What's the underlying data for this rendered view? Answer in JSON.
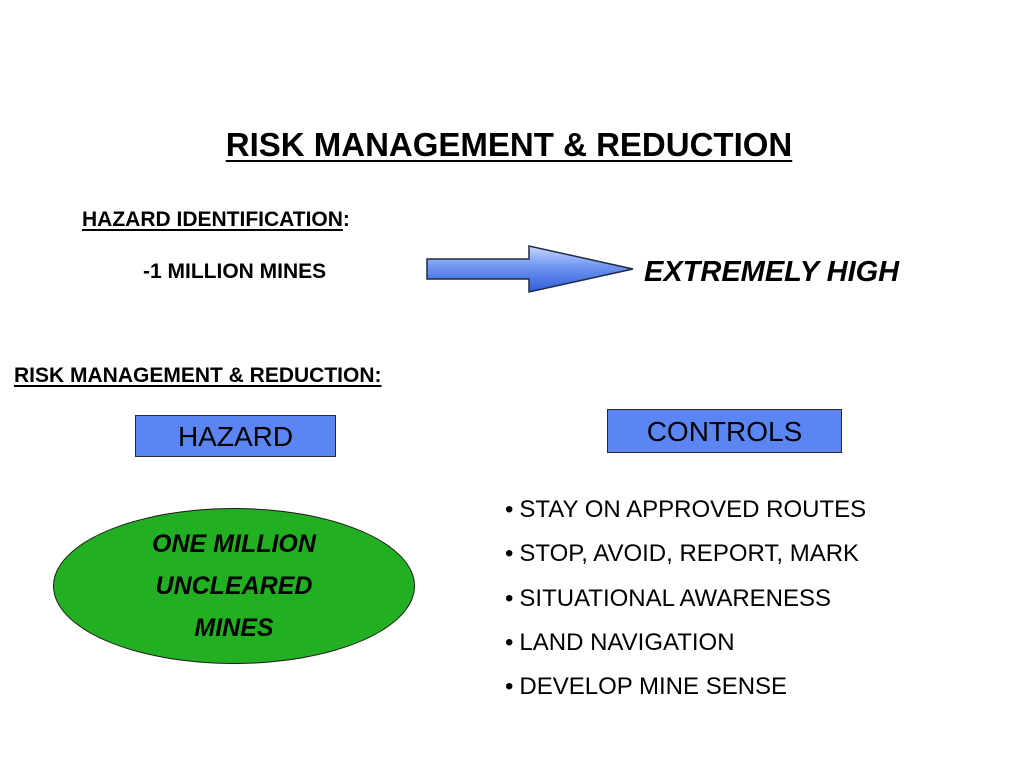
{
  "slide": {
    "title": "RISK MANAGEMENT & REDUCTION",
    "hazard_identification": {
      "label": "HAZARD IDENTIFICATION",
      "colon": ":",
      "item": "-1  MILLION MINES",
      "result": "EXTREMELY HIGH"
    },
    "risk_management": {
      "heading": "RISK MANAGEMENT & REDUCTION:",
      "hazard_label": "HAZARD",
      "controls_label": "CONTROLS",
      "hazard_description": "ONE  MILLION\nUNCLEARED\nMINES",
      "controls": [
        "STAY ON APPROVED ROUTES",
        "STOP, AVOID, REPORT, MARK",
        "SITUATIONAL AWARENESS",
        "LAND NAVIGATION",
        "DEVELOP MINE SENSE"
      ]
    },
    "bullet_glyph": "•"
  },
  "colors": {
    "box_blue": "#5a85f2",
    "oval_green": "#22b022",
    "arrow_light": "#c9d8ff",
    "arrow_dark": "#2f5ed8"
  },
  "icons": {
    "arrow": "right-arrow-icon"
  }
}
